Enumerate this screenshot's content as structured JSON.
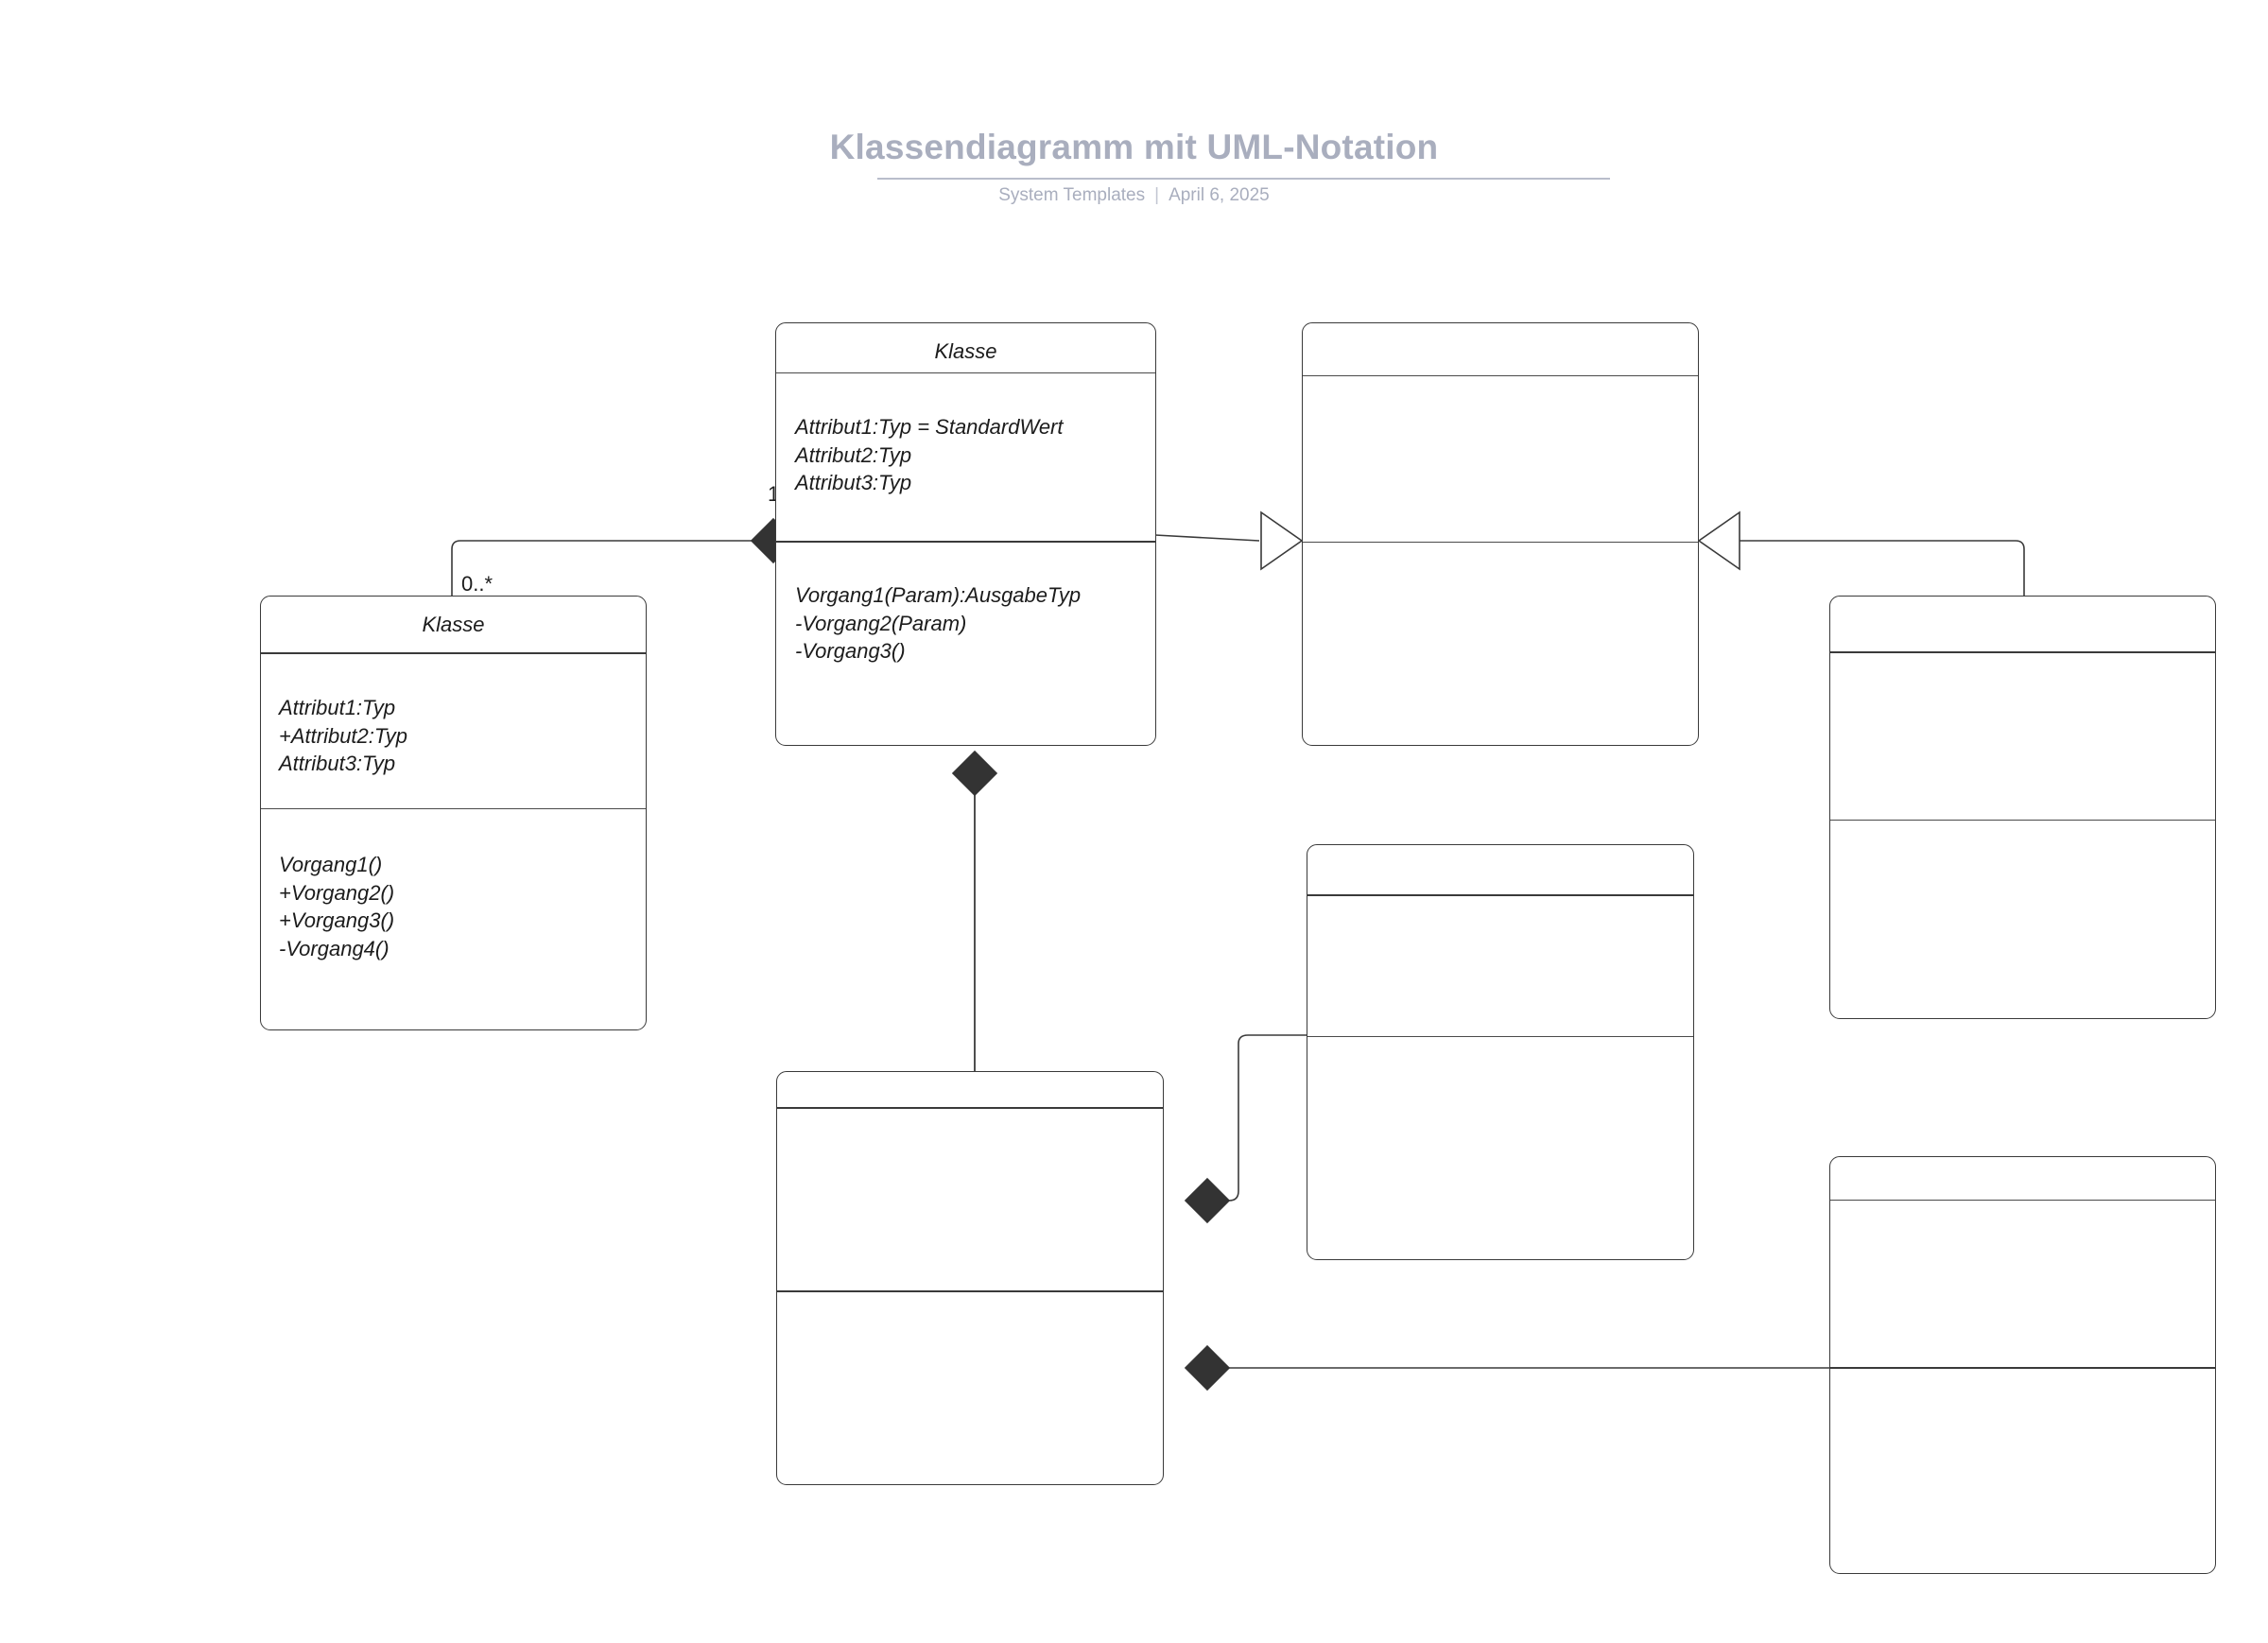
{
  "header": {
    "title": "Klassendiagramm mit UML-Notation",
    "source": "System Templates",
    "separator": "|",
    "date": "April 6, 2025",
    "title_color": "#a9aebe"
  },
  "diagram": {
    "stroke_color": "#3a3a3a",
    "fill_color": "#ffffff",
    "classes": [
      {
        "id": "class-left",
        "name": "Klasse",
        "attributes": [
          "Attribut1:Typ",
          "+Attribut2:Typ",
          "Attribut3:Typ"
        ],
        "operations": [
          "Vorgang1()",
          "+Vorgang2()",
          "+Vorgang3()",
          "-Vorgang4()"
        ]
      },
      {
        "id": "class-center",
        "name": "Klasse",
        "attributes": [
          "Attribut1:Typ = StandardWert",
          "Attribut2:Typ",
          "Attribut3:Typ"
        ],
        "operations": [
          "Vorgang1(Param):AusgabeTyp",
          "-Vorgang2(Param)",
          "-Vorgang3()"
        ]
      },
      {
        "id": "class-top-right",
        "name": "",
        "attributes": [],
        "operations": []
      },
      {
        "id": "class-far-right",
        "name": "",
        "attributes": [],
        "operations": []
      },
      {
        "id": "class-mid-right",
        "name": "",
        "attributes": [],
        "operations": []
      },
      {
        "id": "class-bottom-center",
        "name": "",
        "attributes": [],
        "operations": []
      },
      {
        "id": "class-bottom-right",
        "name": "",
        "attributes": [],
        "operations": []
      }
    ],
    "multiplicities": [
      {
        "id": "mult-one",
        "label": "1"
      },
      {
        "id": "mult-many",
        "label": "0..*"
      }
    ],
    "relationships": [
      {
        "id": "rel-composition-left",
        "type": "composition",
        "from": "class-center",
        "to": "class-left",
        "source_multiplicity": "1",
        "target_multiplicity": "0..*"
      },
      {
        "id": "rel-generalization-center",
        "type": "generalization",
        "from": "class-center",
        "to": "class-top-right"
      },
      {
        "id": "rel-generalization-right",
        "type": "generalization",
        "from": "class-far-right",
        "to": "class-top-right"
      },
      {
        "id": "rel-composition-bottom",
        "type": "composition",
        "from": "class-center",
        "to": "class-bottom-center"
      },
      {
        "id": "rel-composition-midright",
        "type": "composition",
        "from": "class-bottom-center",
        "to": "class-mid-right"
      },
      {
        "id": "rel-composition-bottomright",
        "type": "composition",
        "from": "class-bottom-center",
        "to": "class-bottom-right"
      }
    ]
  }
}
